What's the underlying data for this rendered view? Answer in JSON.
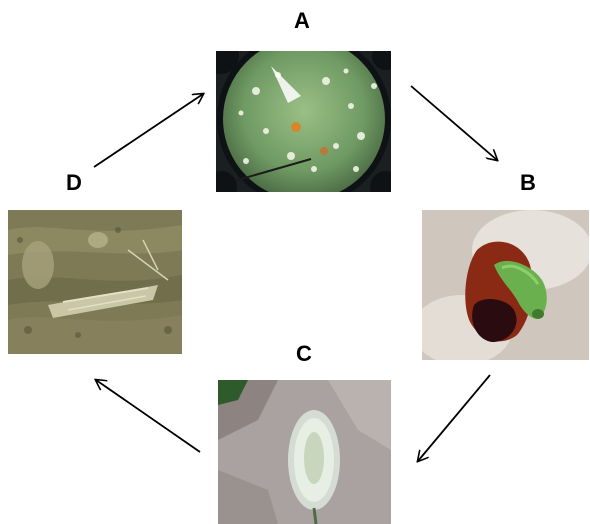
{
  "stages": [
    {
      "id": "A",
      "label": "A",
      "image": "eggs-on-leaf-under-magnifier"
    },
    {
      "id": "B",
      "label": "B",
      "image": "green-larva-in-boll"
    },
    {
      "id": "C",
      "label": "C",
      "image": "pupa-in-cocoon"
    },
    {
      "id": "D",
      "label": "D",
      "image": "adult-moth-on-bark"
    }
  ],
  "arrows": [
    {
      "from": "A",
      "to": "B"
    },
    {
      "from": "B",
      "to": "C"
    },
    {
      "from": "C",
      "to": "D"
    },
    {
      "from": "D",
      "to": "A"
    }
  ],
  "colors": {
    "arrow": "#000000",
    "label": "#000000"
  }
}
